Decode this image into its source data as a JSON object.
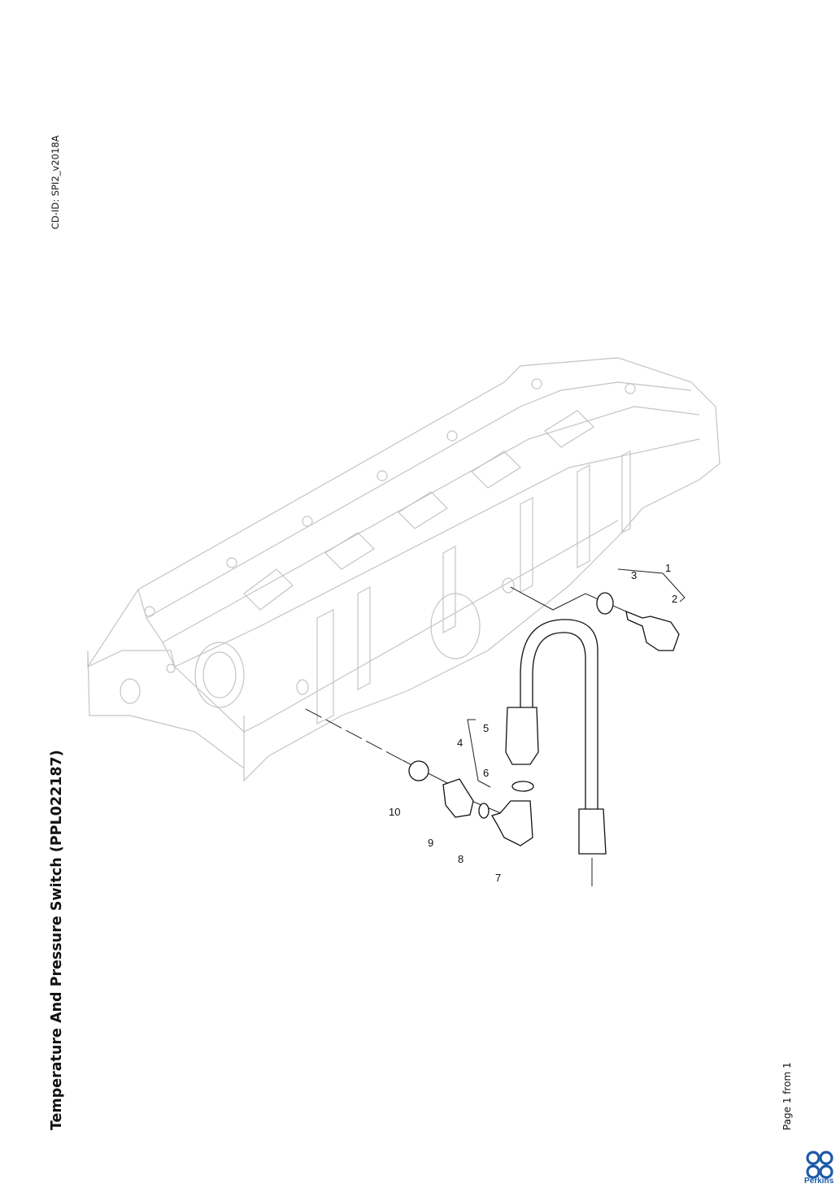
{
  "document": {
    "title": "Temperature And Pressure Switch (PPL022187)",
    "cd_id": "CD-ID: SPI2_v2018A",
    "page_label": "Page 1 from 1",
    "brand": "Perkins",
    "brand_color": "#1d5aa8"
  },
  "diagram": {
    "callouts": [
      "1",
      "2",
      "3",
      "4",
      "5",
      "6",
      "7",
      "8",
      "9",
      "10"
    ]
  }
}
